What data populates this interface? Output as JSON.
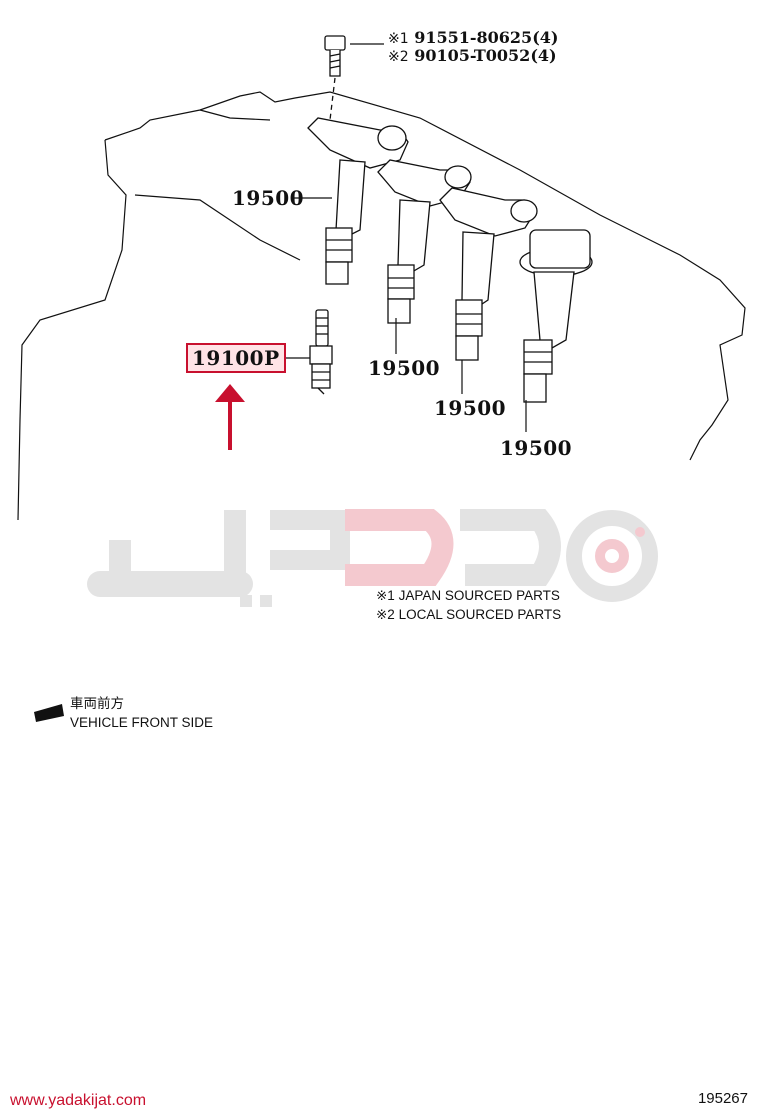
{
  "parts": {
    "highlighted": "19100P",
    "coil_label": "19500"
  },
  "bolt": {
    "mark1": "※1",
    "part1": "91551-80625(4)",
    "mark2": "※2",
    "part2": "90105-T0052(4)"
  },
  "notes": {
    "japan": "※1 JAPAN SOURCED PARTS",
    "local": "※2 LOCAL SOURCED PARTS"
  },
  "direction": {
    "jp": "車両前方",
    "en": "VEHICLE FRONT SIDE"
  },
  "watermark": {
    "brand": "یدکی جات"
  },
  "footer": {
    "site": "www.yadakijat.com",
    "code": "195267"
  },
  "colors": {
    "accent": "#c8102e",
    "watermark_gray": "#e3e3e3",
    "watermark_red": "#f4c9cf"
  }
}
